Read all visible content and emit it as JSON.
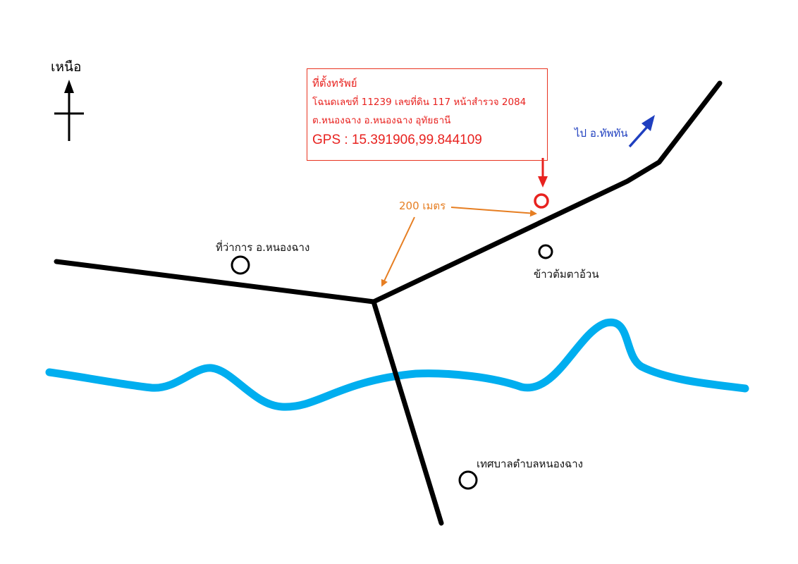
{
  "map": {
    "north_label": "เหนือ",
    "places": {
      "district_office": "ที่ว่าการ อ.หนองฉาง",
      "restaurant": "ข้าวต้มตาอ้วน",
      "municipality": "เทศบาลตำบลหนองฉาง"
    },
    "distance_label": "200 เมตร",
    "direction_label": "ไป อ.ทัพทัน",
    "info_box": {
      "title": "ที่ตั้งทรัพย์",
      "deed": "โฉนดเลขที่ 11239 เลขที่ดิน 117 หน้าสำรวจ 2084",
      "location": "ต.หนองฉาง อ.หนองฉาง อุทัยธานี",
      "gps": "GPS : 15.391906,99.844109"
    },
    "colors": {
      "road": "#000000",
      "river": "#00aeef",
      "property_marker": "#e8221f",
      "distance_annotation": "#e67e22",
      "direction": "#1f3fbf"
    }
  }
}
